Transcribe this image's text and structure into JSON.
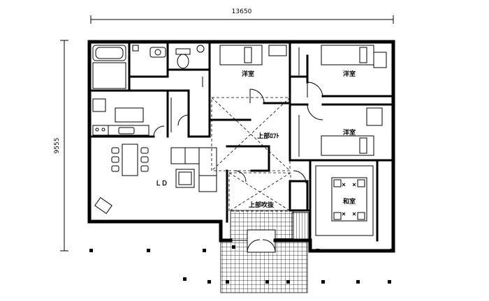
{
  "dimensions": {
    "width": "13650",
    "height": "9555"
  },
  "rooms": {
    "bedroom_1": "洋室",
    "bedroom_2": "洋室",
    "bedroom_3": "洋室",
    "loft": "上部ﾛﾌﾄ",
    "living_dining": "ＬＤ",
    "atrium": "上部吹抜",
    "japanese_room": "和室"
  }
}
